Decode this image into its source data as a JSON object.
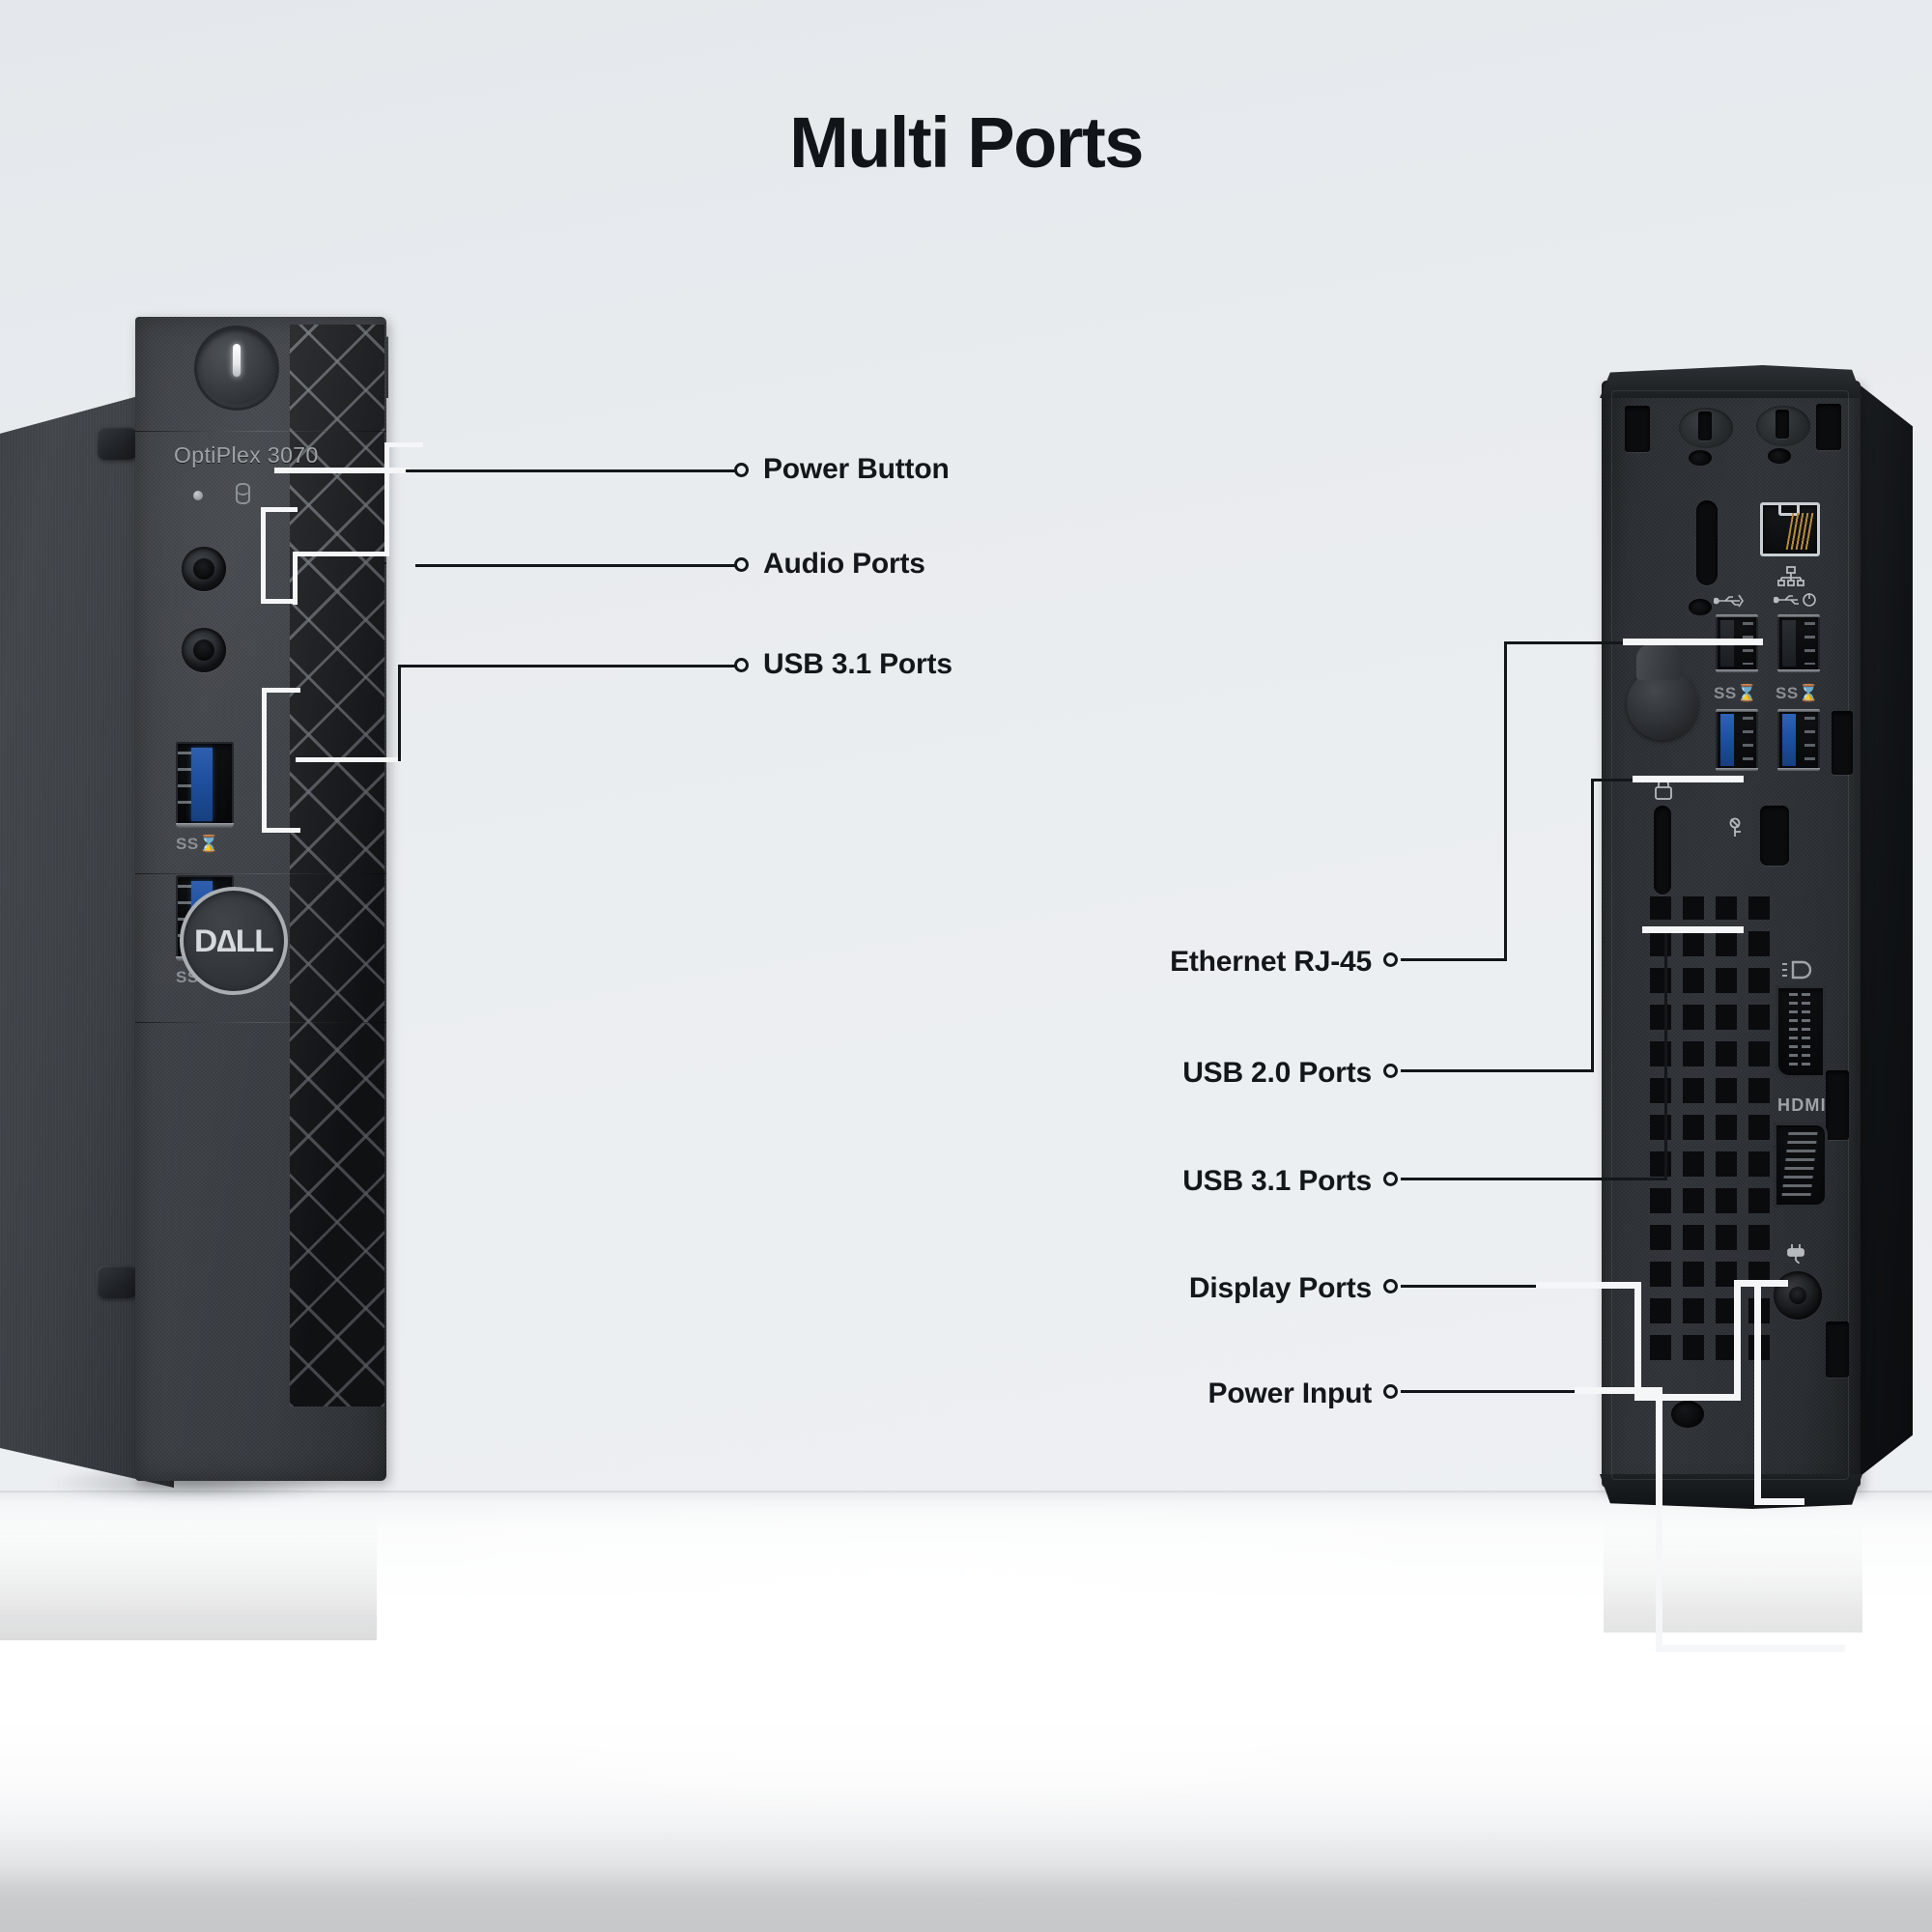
{
  "page": {
    "title": "Multi Ports",
    "background_color": "#eceff2",
    "accent_dark": "#13171b",
    "usb3_blue": "#1e4f9e"
  },
  "devices": {
    "left": {
      "name": "dell-optiplex-3070-micro-front",
      "model_text": "OptiPlex 3070",
      "brand": "D∆LL",
      "port_markings": [
        "SS",
        "SS"
      ]
    },
    "right": {
      "name": "dell-optiplex-3070-micro-rear",
      "port_markings": {
        "displayport": "D",
        "hdmi": "HDMI"
      }
    }
  },
  "callouts": {
    "left": [
      {
        "id": "power-button",
        "label": "Power Button"
      },
      {
        "id": "audio-ports",
        "label": "Audio Ports"
      },
      {
        "id": "usb-31-ports-front",
        "label": "USB 3.1 Ports"
      }
    ],
    "right": [
      {
        "id": "ethernet-rj45",
        "label": "Ethernet RJ-45"
      },
      {
        "id": "usb-20-ports",
        "label": "USB 2.0 Ports"
      },
      {
        "id": "usb-31-ports-rear",
        "label": "USB 3.1 Ports"
      },
      {
        "id": "display-ports",
        "label": "Display Ports"
      },
      {
        "id": "power-input",
        "label": "Power Input"
      }
    ]
  }
}
